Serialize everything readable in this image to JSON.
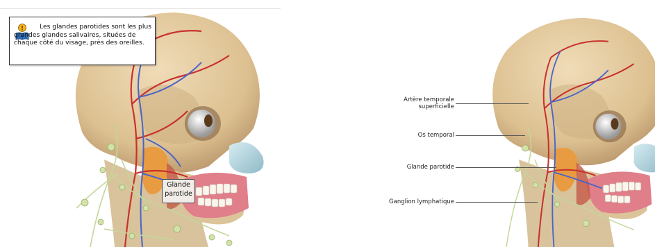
{
  "left_view": {
    "info_icon": "info-book-icon",
    "info_text": "Les glandes parotides sont les plus grandes glandes salivaires, situées de chaque côté du visage, près des oreilles.",
    "tooltip_lines": [
      "Glande",
      "parotide"
    ]
  },
  "right_view": {
    "labels": [
      {
        "lines": [
          "Artère temporale",
          "superficielle"
        ]
      },
      {
        "lines": [
          "Os temporal"
        ]
      },
      {
        "lines": [
          "Glande parotide"
        ]
      },
      {
        "lines": [
          "Ganglion lymphatique"
        ]
      }
    ]
  },
  "colors": {
    "bone": "#e0c9a0",
    "gland": "#e89b40",
    "artery": "#c8312d",
    "vein": "#4a64c8",
    "lymph": "#c3d79a",
    "gum": "#e07f8a"
  }
}
